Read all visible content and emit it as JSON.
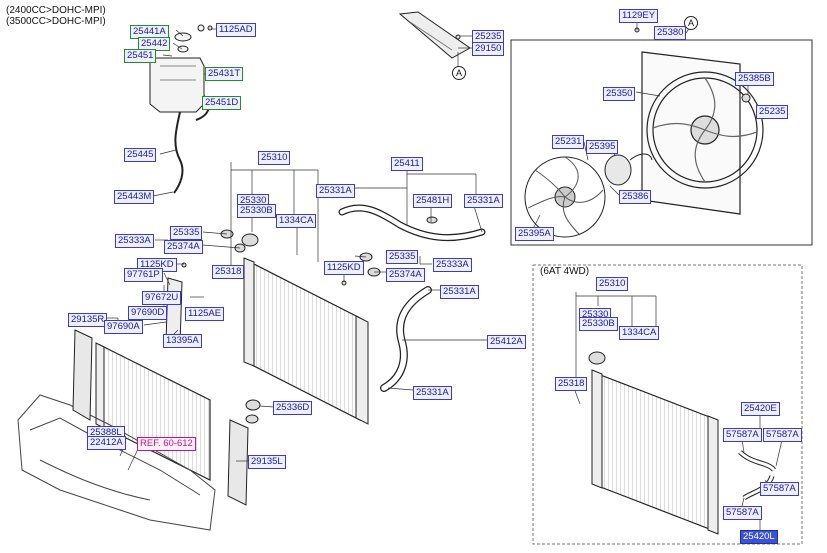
{
  "headers": [
    "(2400CC>DOHC-MPI)",
    "(3500CC>DOHC-MPI)"
  ],
  "section_label": "(6AT 4WD)",
  "ref_marker": "A",
  "parts": [
    {
      "id": "p-25441A",
      "text": "25441A"
    },
    {
      "id": "p-25442",
      "text": "25442"
    },
    {
      "id": "p-25451",
      "text": "25451"
    },
    {
      "id": "p-1125AD",
      "text": "1125AD"
    },
    {
      "id": "p-25431T",
      "text": "25431T"
    },
    {
      "id": "p-25451D",
      "text": "25451D"
    },
    {
      "id": "p-25445",
      "text": "25445"
    },
    {
      "id": "p-25443M",
      "text": "25443M"
    },
    {
      "id": "p-25235a",
      "text": "25235"
    },
    {
      "id": "p-29150",
      "text": "29150"
    },
    {
      "id": "p-1129EY",
      "text": "1129EY"
    },
    {
      "id": "p-25380",
      "text": "25380"
    },
    {
      "id": "p-25385B",
      "text": "25385B"
    },
    {
      "id": "p-25350",
      "text": "25350"
    },
    {
      "id": "p-25235b",
      "text": "25235"
    },
    {
      "id": "p-25231",
      "text": "25231"
    },
    {
      "id": "p-25395",
      "text": "25395"
    },
    {
      "id": "p-25386",
      "text": "25386"
    },
    {
      "id": "p-25395A",
      "text": "25395A"
    },
    {
      "id": "p-25310a",
      "text": "25310"
    },
    {
      "id": "p-25411",
      "text": "25411"
    },
    {
      "id": "p-25331Aa",
      "text": "25331A"
    },
    {
      "id": "p-25330a",
      "text": "25330"
    },
    {
      "id": "p-25330Ba",
      "text": "25330B"
    },
    {
      "id": "p-1334CAa",
      "text": "1334CA"
    },
    {
      "id": "p-25481H",
      "text": "25481H"
    },
    {
      "id": "p-25331Ab",
      "text": "25331A"
    },
    {
      "id": "p-25335a",
      "text": "25335"
    },
    {
      "id": "p-25333Aa",
      "text": "25333A"
    },
    {
      "id": "p-25374Aa",
      "text": "25374A"
    },
    {
      "id": "p-1125KDa",
      "text": "1125KD"
    },
    {
      "id": "p-25318a",
      "text": "25318"
    },
    {
      "id": "p-97761P",
      "text": "97761P"
    },
    {
      "id": "p-97672U",
      "text": "97672U"
    },
    {
      "id": "p-97690D",
      "text": "97690D"
    },
    {
      "id": "p-29135R",
      "text": "29135R"
    },
    {
      "id": "p-97690A",
      "text": "97690A"
    },
    {
      "id": "p-1125AE",
      "text": "1125AE"
    },
    {
      "id": "p-13395A",
      "text": "13395A"
    },
    {
      "id": "p-25335b",
      "text": "25335"
    },
    {
      "id": "p-1125KDb",
      "text": "1125KD"
    },
    {
      "id": "p-25333Ab",
      "text": "25333A"
    },
    {
      "id": "p-25374Ab",
      "text": "25374A"
    },
    {
      "id": "p-25331Ac",
      "text": "25331A"
    },
    {
      "id": "p-25412A",
      "text": "25412A"
    },
    {
      "id": "p-25331Ad",
      "text": "25331A"
    },
    {
      "id": "p-25336D",
      "text": "25336D"
    },
    {
      "id": "p-25388L",
      "text": "25388L"
    },
    {
      "id": "p-22412A",
      "text": "22412A"
    },
    {
      "id": "p-REF",
      "text": "REF. 60-612"
    },
    {
      "id": "p-29135L",
      "text": "29135L"
    },
    {
      "id": "p-25310b",
      "text": "25310"
    },
    {
      "id": "p-25330b",
      "text": "25330"
    },
    {
      "id": "p-25330Bb",
      "text": "25330B"
    },
    {
      "id": "p-1334CAb",
      "text": "1334CA"
    },
    {
      "id": "p-25318b",
      "text": "25318"
    },
    {
      "id": "p-25420E",
      "text": "25420E"
    },
    {
      "id": "p-57587Aa",
      "text": "57587A"
    },
    {
      "id": "p-57587Ab",
      "text": "57587A"
    },
    {
      "id": "p-57587Ac",
      "text": "57587A"
    },
    {
      "id": "p-57587Ad",
      "text": "57587A"
    },
    {
      "id": "p-25420L",
      "text": "25420L"
    }
  ]
}
